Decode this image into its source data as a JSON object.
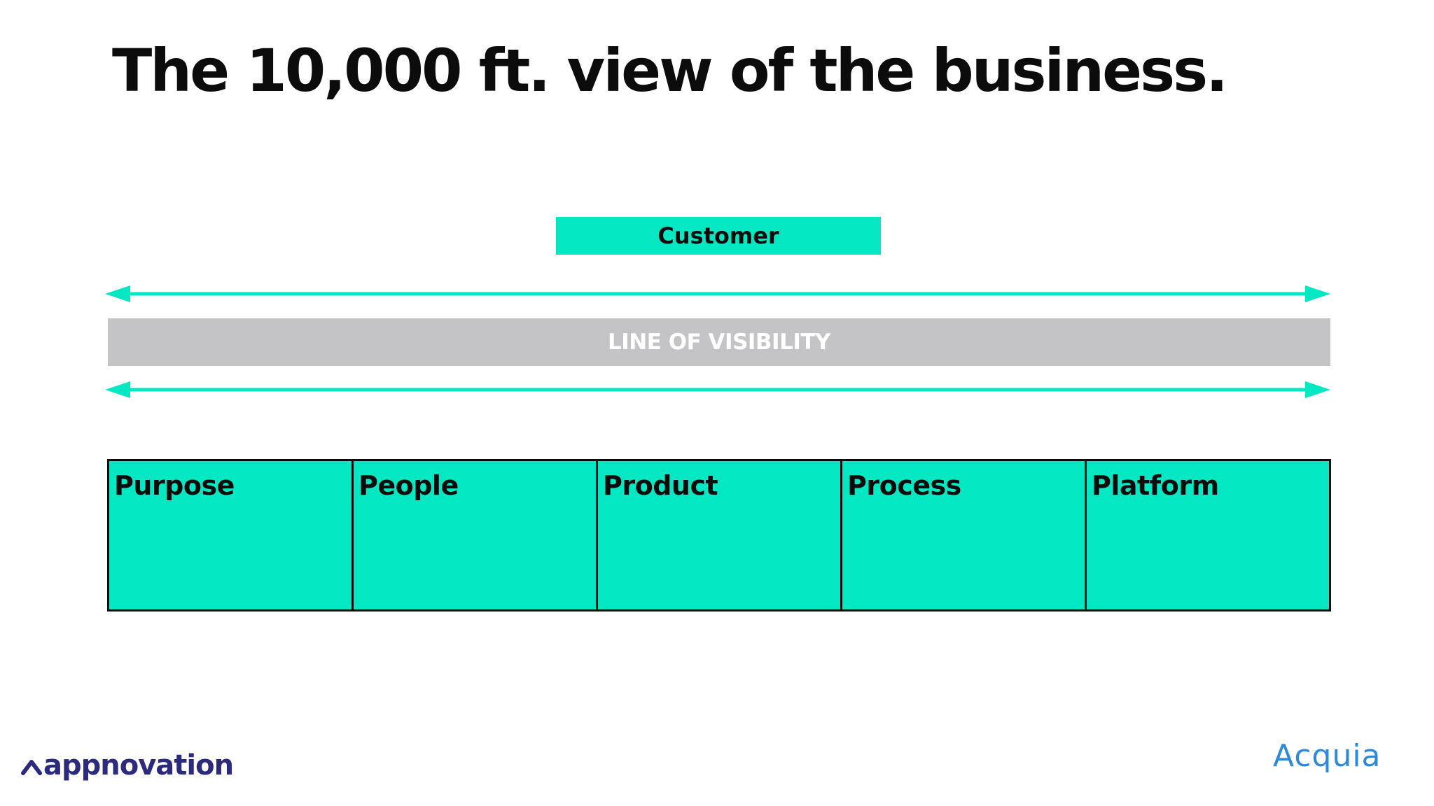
{
  "slide": {
    "title": "The 10,000 ft. view of the business."
  },
  "diagram": {
    "customer_label": "Customer",
    "visibility_label": "LINE OF VISIBILITY",
    "pillars": [
      {
        "label": "Purpose"
      },
      {
        "label": "People"
      },
      {
        "label": "Product"
      },
      {
        "label": "Process"
      },
      {
        "label": "Platform"
      }
    ]
  },
  "logos": {
    "left": "appnovation",
    "right": "Acquia"
  },
  "colors": {
    "accent": "#03e8c3",
    "text": "#0c0c0c",
    "visibility_band": "#c4c4c6",
    "appnovation": "#2c2a7c",
    "acquia": "#2d8ad8"
  },
  "icons": {
    "arrows": "double-headed-arrow",
    "logo_mark": "caret-up-icon"
  }
}
